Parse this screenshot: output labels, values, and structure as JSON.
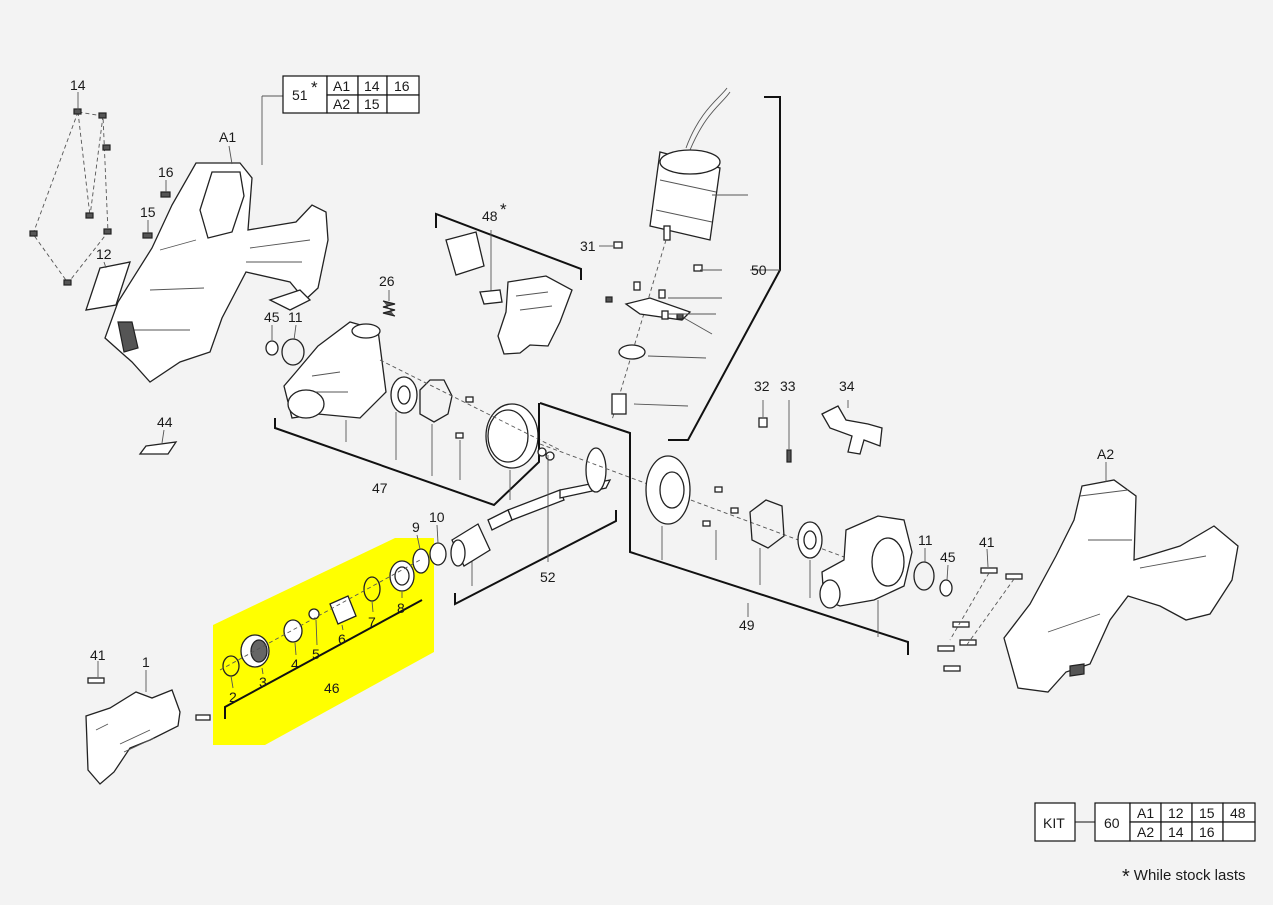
{
  "callouts": {
    "c14": "14",
    "c16": "16",
    "c15": "15",
    "c12": "12",
    "cA1": "A1",
    "c51": "51",
    "c45L": "45",
    "c11L": "11",
    "c26": "26",
    "c48": "48",
    "c31": "31",
    "c50": "50",
    "c44": "44",
    "c47": "47",
    "c32": "32",
    "c33": "33",
    "c34": "34",
    "cA2": "A2",
    "c9": "9",
    "c10": "10",
    "c52": "52",
    "c11R": "11",
    "c45R": "45",
    "c41R": "41",
    "c49": "49",
    "c2": "2",
    "c3": "3",
    "c4": "4",
    "c5": "5",
    "c6": "6",
    "c7": "7",
    "c8": "8",
    "c46": "46",
    "c41L": "41",
    "c1": "1"
  },
  "note_marker": "*",
  "table_51": {
    "label": "51",
    "row1": [
      "A1",
      "14",
      "16"
    ],
    "row2": [
      "A2",
      "15",
      ""
    ]
  },
  "kit_table": {
    "kit_label": "KIT",
    "number": "60",
    "row1": [
      "A1",
      "12",
      "15",
      "48"
    ],
    "row2": [
      "A2",
      "14",
      "16",
      ""
    ]
  },
  "footnote": {
    "marker": "*",
    "text": "While stock lasts"
  },
  "colors": {
    "background": "#f3f3f3",
    "highlight": "#ffff00",
    "line": "#111111"
  }
}
